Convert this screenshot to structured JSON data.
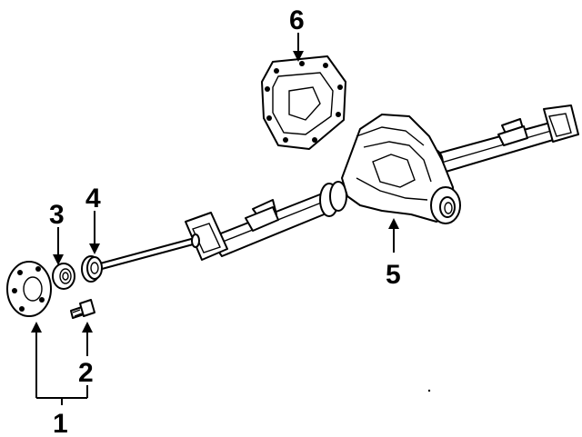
{
  "callouts": [
    {
      "id": "1",
      "label": "1",
      "part": "axle-flange"
    },
    {
      "id": "2",
      "label": "2",
      "part": "wheel-stud"
    },
    {
      "id": "3",
      "label": "3",
      "part": "axle-bearing"
    },
    {
      "id": "4",
      "label": "4",
      "part": "axle-seal"
    },
    {
      "id": "5",
      "label": "5",
      "part": "axle-housing"
    },
    {
      "id": "6",
      "label": "6",
      "part": "differential-cover"
    }
  ]
}
